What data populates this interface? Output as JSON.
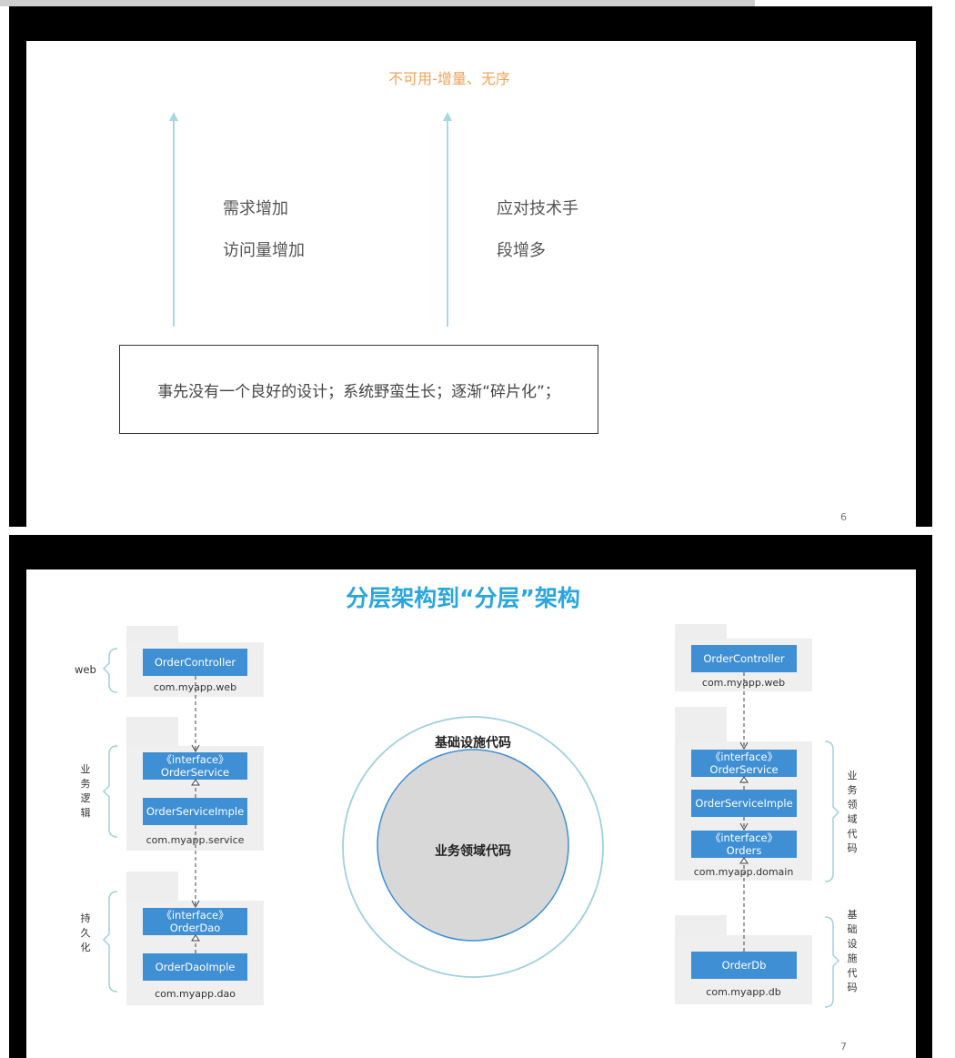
{
  "slide6": {
    "title": "不可用-增量、无序",
    "left_lines": [
      "需求增加",
      "访问量增加"
    ],
    "right_lines": [
      "应对技术手",
      "段增多"
    ],
    "box_text": "事先没有一个良好的设计；系统野蛮生长；逐渐“碎片化”；",
    "page_number": "6"
  },
  "slide7": {
    "title": "分层架构到“分层”架构",
    "left": {
      "labels": {
        "web": "web",
        "service": "业务逻辑",
        "dao": "持久化"
      },
      "web": {
        "classes": [
          "OrderController"
        ],
        "package": "com.myapp.web"
      },
      "service": {
        "classes": [
          [
            "《interface》",
            "OrderService"
          ],
          [
            "OrderServiceImple"
          ]
        ],
        "package": "com.myapp.service"
      },
      "dao": {
        "classes": [
          [
            "《interface》",
            "OrderDao"
          ],
          [
            "OrderDaoImple"
          ]
        ],
        "package": "com.myapp.dao"
      }
    },
    "center": {
      "outer_label": "基础设施代码",
      "inner_label": "业务领域代码"
    },
    "right": {
      "labels": {
        "domain": "业务领域代码",
        "infra": "基础设施代码"
      },
      "web": {
        "classes": [
          "OrderController"
        ],
        "package": "com.myapp.web"
      },
      "domain": {
        "classes": [
          [
            "《interface》",
            "OrderService"
          ],
          [
            "OrderServiceImple"
          ],
          [
            "《interface》",
            "Orders"
          ]
        ],
        "package": "com.myapp.domain"
      },
      "db": {
        "classes": [
          "OrderDb"
        ],
        "package": "com.myapp.db"
      }
    },
    "page_number": "7"
  },
  "colors": {
    "title_orange": "#f0a35a",
    "title_blue": "#2aa6df",
    "class_blue": "#3f8fd4",
    "arrow_line": "#a8d8e4"
  }
}
